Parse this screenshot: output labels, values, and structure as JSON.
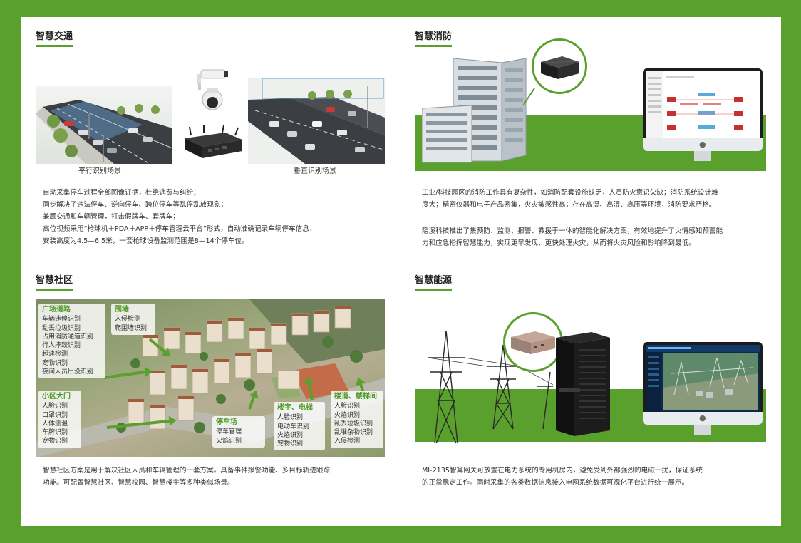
{
  "traffic": {
    "title": "智慧交通",
    "caption_parallel": "平行识别场景",
    "caption_vertical": "垂直识别场景",
    "lines": [
      "自动采集停车过程全部图像证据，杜绝逃费与纠纷；",
      "同步解决了违法停车、逆向停车、跨位停车等乱停乱放现象；",
      "兼顾交通和车辆管理，打击假牌车、套牌车；",
      "高位视频采用“枪球机＋PDA＋APP＋停车管理云平台”形式，自动准确记录车辆停车信息；",
      "安装高度为4.5—6.5米，一套枪球设备监测范围是8—14个停车位。"
    ]
  },
  "fire": {
    "title": "智慧消防",
    "lines1": [
      "工业/科技园区的消防工作具有复杂性，如消防配套设施缺乏，人员防火意识欠缺；消防系统设计难",
      "度大；精密仪器和电子产品密集，火灾敏感性高；存在高温、高湿、高压等环境，消防要求严格。"
    ],
    "lines2": [
      "隐溪科技推出了集预防、监测、报警、救援于一体的智能化解决方案，有效地提升了火情感知预警能",
      "力和应急指挥智慧能力，实现更早发现、更快处理火灾，从而将火灾风险和影响降到最低。"
    ]
  },
  "community": {
    "title": "智慧社区",
    "boxes": {
      "square": {
        "title": "广场道路",
        "items": [
          "车辆违停识别",
          "乱丢垃圾识别",
          "占用消防通道识别",
          "行人摔跤识别",
          "超速检测",
          "宠物识别",
          "夜间人员出没识别"
        ]
      },
      "fence": {
        "title": "围墙",
        "items": [
          "入侵检测",
          "爬围墙识别"
        ]
      },
      "gate": {
        "title": "小区大门",
        "items": [
          "人脸识别",
          "口罩识别",
          "人体测温",
          "车牌识别",
          "宠物识别"
        ]
      },
      "parking": {
        "title": "停车场",
        "items": [
          "停车管理",
          "火焰识别"
        ]
      },
      "building": {
        "title": "楼宇、电梯",
        "items": [
          "人脸识别",
          "电动车识别",
          "火焰识别",
          "宠物识别"
        ]
      },
      "stairs": {
        "title": "楼道、楼梯间",
        "items": [
          "人脸识别",
          "火焰识别",
          "乱丢垃圾识别",
          "乱堆杂物识别",
          "入侵检测"
        ]
      }
    },
    "lines": [
      "智慧社区方案是用于解决社区人员和车辆管理的一套方案。具备事件报警功能、多目标轨迹跟踪",
      "功能。可配置智慧社区、智慧校园、智慧楼宇等多种类似场景。"
    ]
  },
  "energy": {
    "title": "智慧能源",
    "lines": [
      "MI-2135智算网关可放置在电力系统的专用机房内，避免受到外部强烈的电磁干扰，保证系统",
      "的正常稳定工作。同时采集的各类数据信息接入电网系统数据可视化平台进行统一展示。"
    ]
  },
  "colors": {
    "accent": "#5aa02c",
    "border": "#5aa02c"
  }
}
